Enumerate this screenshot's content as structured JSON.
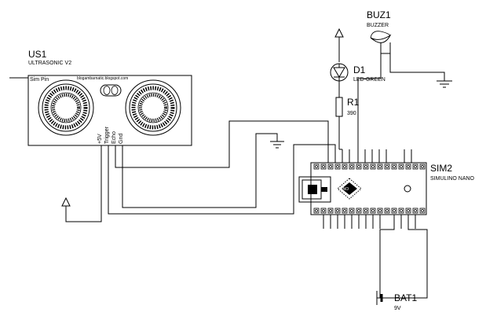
{
  "us1": {
    "ref": "US1",
    "value": "ULTRASONIC V2",
    "sim_pin_label": "Sim Pin",
    "url_label": "blogambarnatic.blogspot.com",
    "pins": [
      "+5V",
      "Trigger",
      "Echo",
      "Gnd"
    ]
  },
  "buz1": {
    "ref": "BUZ1",
    "value": "BUZZER"
  },
  "d1": {
    "ref": "D1",
    "value": "LED-GREEN"
  },
  "r1": {
    "ref": "R1",
    "value": "390"
  },
  "sim2": {
    "ref": "SIM2",
    "value": "SIMULINO NANO"
  },
  "bat1": {
    "ref": "BAT1",
    "value": "9V"
  },
  "colors": {
    "wire": "#000000",
    "background": "#ffffff"
  }
}
